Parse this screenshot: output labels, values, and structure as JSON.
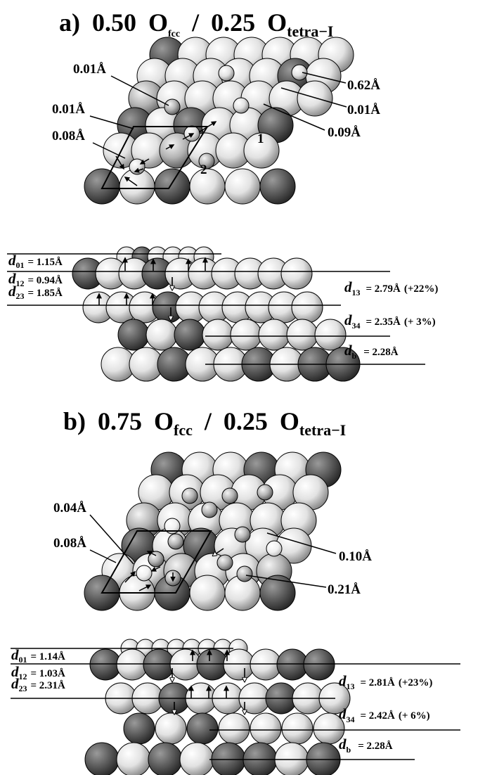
{
  "panels": [
    {
      "title": {
        "letter": "a)",
        "fcc_coverage": "0.50",
        "fcc_sym": "O",
        "fcc_sub": "fcc",
        "sep": "/",
        "tetra_coverage": "0.25",
        "tetra_sym": "O",
        "tetra_sub": "tetra−I"
      },
      "top_view": {
        "labels": [
          "0.01Å",
          "0.01Å",
          "0.08Å",
          "0.62Å",
          "0.01Å",
          "0.09Å"
        ],
        "site_labels": [
          "1",
          "2"
        ]
      },
      "side_view": {
        "left_labels": [
          {
            "sym": "d",
            "sub": "01",
            "value": "= 1.15Å"
          },
          {
            "sym": "d",
            "sub": "12",
            "value": "= 0.94Å"
          },
          {
            "sym": "d",
            "sub": "23",
            "value": "= 1.85Å"
          }
        ],
        "right_labels": [
          {
            "sym": "d",
            "sub": "13",
            "value": "= 2.79Å",
            "change": "(+22%)"
          },
          {
            "sym": "d",
            "sub": "34",
            "value": "= 2.35Å",
            "change": "(+ 3%)"
          },
          {
            "sym": "d",
            "sub": "b",
            "value": "= 2.28Å",
            "change": ""
          }
        ]
      }
    },
    {
      "title": {
        "letter": "b)",
        "fcc_coverage": "0.75",
        "fcc_sym": "O",
        "fcc_sub": "fcc",
        "sep": "/",
        "tetra_coverage": "0.25",
        "tetra_sym": "O",
        "tetra_sub": "tetra−I"
      },
      "top_view": {
        "labels": [
          "0.04Å",
          "0.08Å",
          "0.10Å",
          "0.21Å"
        ]
      },
      "side_view": {
        "left_labels": [
          {
            "sym": "d",
            "sub": "01",
            "value": "= 1.14Å"
          },
          {
            "sym": "d",
            "sub": "12",
            "value": "= 1.03Å"
          },
          {
            "sym": "d",
            "sub": "23",
            "value": "= 2.31Å"
          }
        ],
        "right_labels": [
          {
            "sym": "d",
            "sub": "13",
            "value": "= 2.81Å",
            "change": "(+23%)"
          },
          {
            "sym": "d",
            "sub": "34",
            "value": "= 2.42Å",
            "change": "(+ 6%)"
          },
          {
            "sym": "d",
            "sub": "b",
            "value": "= 2.28Å",
            "change": ""
          }
        ]
      }
    }
  ],
  "colors": {
    "light_atom": "#ececec",
    "mid_atom": "#b8b8b8",
    "dark_atom": "#5a5a5a",
    "oxygen_light": "#f4f4f4",
    "outline": "#000000",
    "background": "#ffffff"
  }
}
